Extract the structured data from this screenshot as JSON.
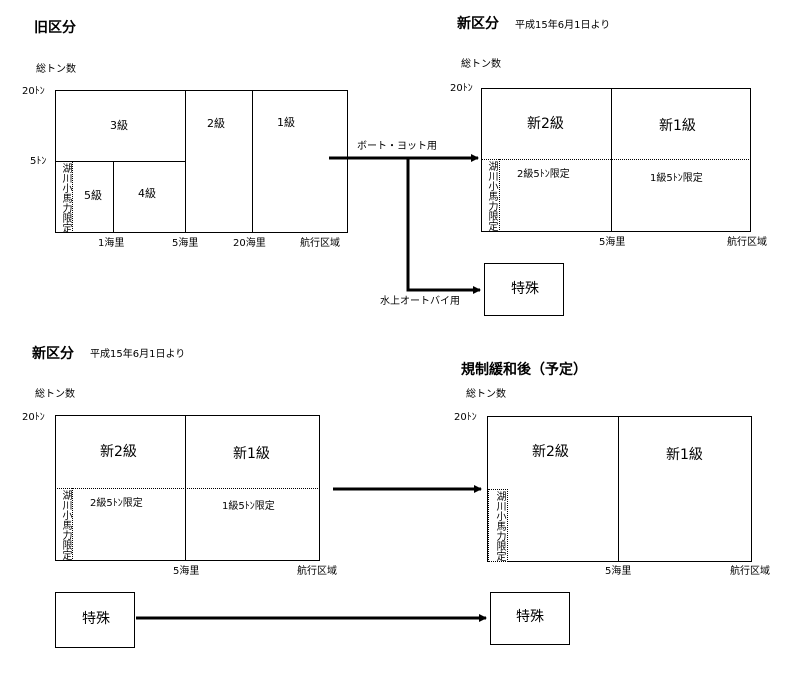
{
  "q1": {
    "title": "旧区分",
    "yaxis": "総トン数",
    "y20": "20ﾄﾝ",
    "y5": "5ﾄﾝ",
    "c3": "3級",
    "c2": "2級",
    "c1": "1級",
    "c5": "5級",
    "c4": "4級",
    "lake": "湖川小馬力限定",
    "x1": "1海里",
    "x5": "5海里",
    "x20": "20海里",
    "xaxis": "航行区域"
  },
  "q2": {
    "title": "新区分",
    "date": "平成15年6月1日より",
    "yaxis": "総トン数",
    "y20": "20ﾄﾝ",
    "n2": "新2級",
    "n1": "新1級",
    "n2lim": "2級5ﾄﾝ限定",
    "n1lim": "1級5ﾄﾝ限定",
    "lake": "湖川小馬力限定",
    "x5": "5海里",
    "xaxis": "航行区域"
  },
  "arrows": {
    "boat": "ボート・ヨット用",
    "jet": "水上オートバイ用",
    "special": "特殊"
  },
  "q3": {
    "title": "新区分",
    "date": "平成15年6月1日より",
    "yaxis": "総トン数",
    "y20": "20ﾄﾝ",
    "n2": "新2級",
    "n1": "新1級",
    "n2lim": "2級5ﾄﾝ限定",
    "n1lim": "1級5ﾄﾝ限定",
    "lake": "湖川小馬力限定",
    "x5": "5海里",
    "xaxis": "航行区域",
    "special": "特殊"
  },
  "q4": {
    "title": "規制緩和後（予定）",
    "yaxis": "総トン数",
    "y20": "20ﾄﾝ",
    "n2": "新2級",
    "n1": "新1級",
    "lake": "湖川小馬力限定",
    "x5": "5海里",
    "xaxis": "航行区域",
    "special": "特殊"
  }
}
